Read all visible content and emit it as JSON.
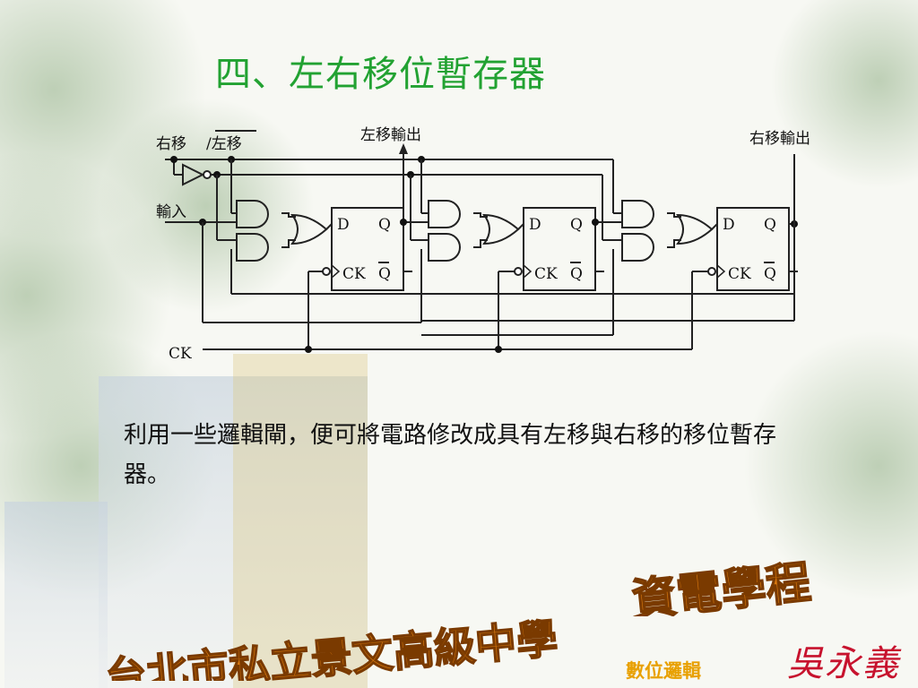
{
  "slide": {
    "title": "四、左右移位暫存器",
    "body": "利用一些邏輯閘，便可將電路修改成具有左移與右移的移位暫存器。"
  },
  "diagram": {
    "labels": {
      "right_left": "右移",
      "left_bar": "/左移",
      "left_output": "左移輸出",
      "right_output": "右移輸出",
      "input": "輸入",
      "clock": "CK"
    },
    "flipflop_pins": {
      "d": "D",
      "q": "Q",
      "ck": "CK",
      "qbar": "Q"
    }
  },
  "footer": {
    "school": "台北市私立景文高級中學",
    "program": "資電學程",
    "course": "數位邏輯",
    "author": "吳永義"
  },
  "colors": {
    "title": "#22a232",
    "banner_orange": "#d9780f",
    "author_red": "#c7122d",
    "course_yellow": "#e8a000"
  }
}
